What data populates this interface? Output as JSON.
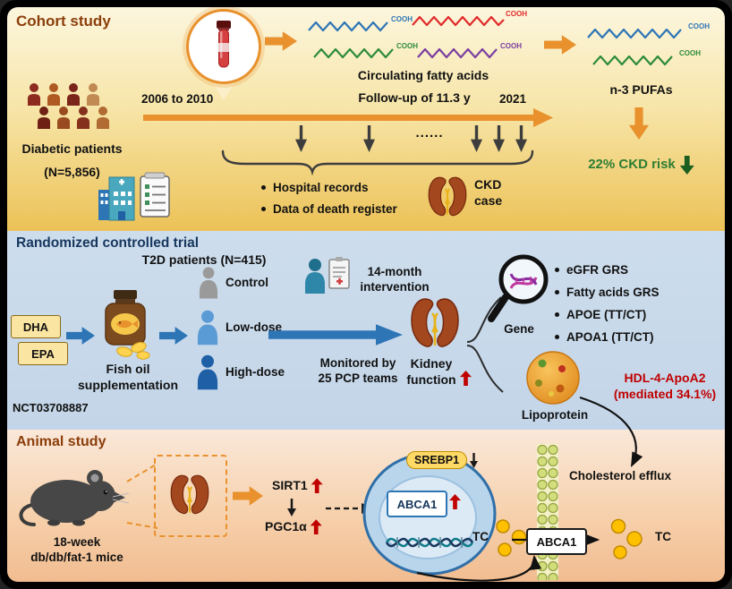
{
  "colors": {
    "accent_orange": "#E8912D",
    "accent_blue": "#2E75B6",
    "risk_green": "#2E7D32",
    "highlight_red": "#C00000",
    "cohort_title": "#8B3E0B",
    "rct_title": "#17375E"
  },
  "cohort": {
    "title": "Cohort study",
    "patients_line1": "Diabetic patients",
    "patients_line2": "(N=5,856)",
    "years_start": "2006 to 2010",
    "years_end": "2021",
    "circulating_label": "Circulating fatty acids",
    "followup_label": "Follow-up of 11.3 y",
    "dots": "......",
    "cooh": "COOH",
    "bullets": [
      {
        "label": "Hospital records"
      },
      {
        "label": "Data of death register"
      }
    ],
    "ckd_line1": "CKD",
    "ckd_line2": "case",
    "pufa_label": "n-3 PUFAs",
    "risk_label": "22% CKD risk"
  },
  "rct": {
    "title": "Randomized controlled trial",
    "t2d_label": "T2D patients (N=415)",
    "dha": "DHA",
    "epa": "EPA",
    "fish_line1": "Fish oil",
    "fish_line2": "supplementation",
    "nct": "NCT03708887",
    "groups": [
      {
        "label": "Control"
      },
      {
        "label": "Low-dose"
      },
      {
        "label": "High-dose"
      }
    ],
    "intervention_line1": "14-month",
    "intervention_line2": "intervention",
    "monitor_line1": "Monitored by",
    "monitor_line2": "25 PCP teams",
    "kidney_line1": "Kidney",
    "kidney_line2": "function",
    "gene_label": "Gene",
    "gene_bullets": [
      {
        "label": "eGFR GRS"
      },
      {
        "label": "Fatty acids GRS"
      },
      {
        "label": "APOE (TT/CT)"
      },
      {
        "label": "APOA1 (TT/CT)"
      }
    ],
    "lipoprotein_label": "Lipoprotein",
    "hdl_line1": "HDL-4-ApoA2",
    "hdl_line2": "(mediated 34.1%)"
  },
  "animal": {
    "title": "Animal study",
    "mice_line1": "18-week",
    "mice_line2": "db/db/fat-1 mice",
    "sirt1": "SIRT1",
    "pgc1a": "PGC1α",
    "abca1_nucleus": "ABCA1",
    "srebp1": "SREBP1",
    "efflux_label": "Cholesterol efflux",
    "tc_left": "TC",
    "tc_right": "TC",
    "abca1_membrane": "ABCA1"
  }
}
